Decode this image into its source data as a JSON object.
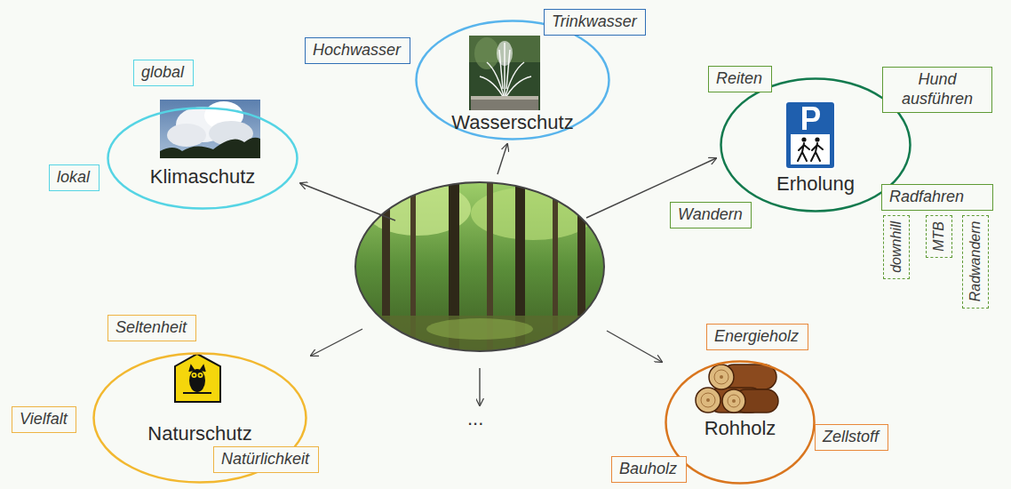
{
  "diagram": {
    "nodes": [
      {
        "text": [
          "Klimaschutz"
        ]
      },
      {
        "text": [
          "global"
        ]
      },
      {
        "text": [
          "lokal"
        ]
      },
      {
        "text": [
          "Wasserschutz"
        ]
      },
      {
        "text": [
          "Hochwasser"
        ]
      },
      {
        "text": [
          "Trinkwasser"
        ]
      },
      {
        "text": [
          "Erholung"
        ]
      },
      {
        "text": [
          "Reiten"
        ]
      },
      {
        "text": [
          "Hund ausführen"
        ]
      },
      {
        "text": [
          "Wandern"
        ]
      },
      {
        "text": [
          "Radfahren"
        ]
      },
      {
        "text": [
          "downhill"
        ]
      },
      {
        "text": [
          "MTB"
        ]
      },
      {
        "text": [
          "Radwandern"
        ]
      },
      {
        "text": [
          "Naturschutz"
        ]
      },
      {
        "text": [
          "Seltenheit"
        ]
      },
      {
        "text": [
          "Vielfalt"
        ]
      },
      {
        "text": [
          "Natürlichkeit"
        ]
      },
      {
        "text": [
          "Rohholz"
        ]
      },
      {
        "text": [
          "Energieholz"
        ]
      },
      {
        "text": [
          "Zellstoff"
        ]
      },
      {
        "text": [
          "Bauholz"
        ]
      }
    ],
    "labels": [
      "..."
    ]
  }
}
